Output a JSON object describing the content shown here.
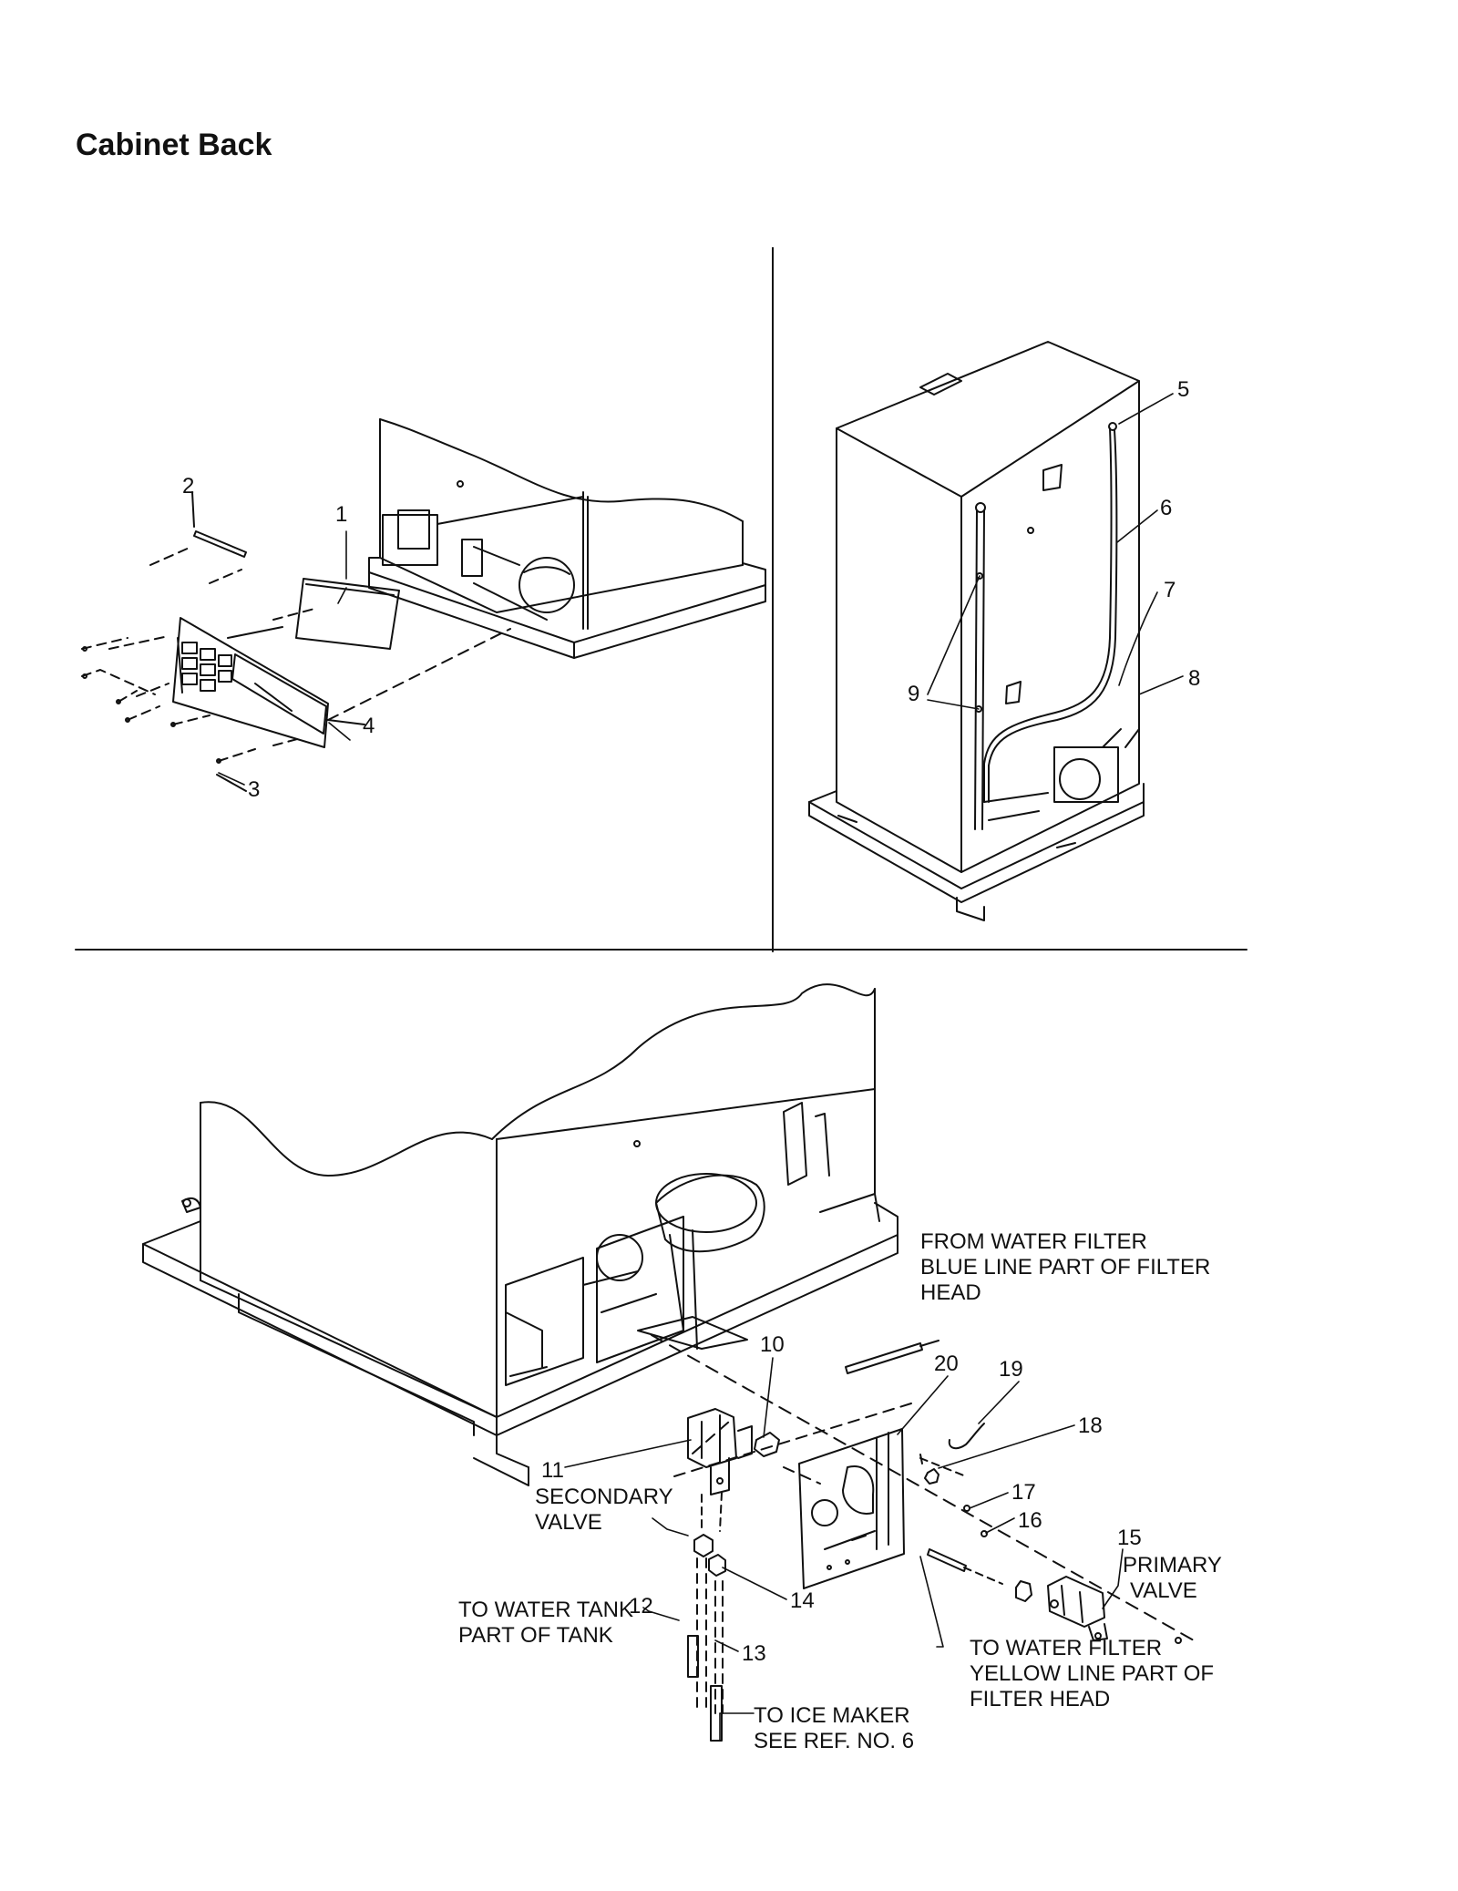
{
  "title": "Cabinet Back",
  "callouts": {
    "n1": "1",
    "n2": "2",
    "n3": "3",
    "n4": "4",
    "n5": "5",
    "n6": "6",
    "n7": "7",
    "n8": "8",
    "n9": "9",
    "n10": "10",
    "n11": "11",
    "n12": "12",
    "n13": "13",
    "n14": "14",
    "n15": "15",
    "n16": "16",
    "n17": "17",
    "n18": "18",
    "n19": "19",
    "n20": "20"
  },
  "labels": {
    "secondary_valve": [
      "SECONDARY",
      "VALVE"
    ],
    "primary_valve": [
      "PRIMARY",
      "VALVE"
    ],
    "from_water_filter": [
      "FROM WATER FILTER",
      "BLUE LINE PART OF FILTER",
      "HEAD"
    ],
    "to_water_tank": [
      "TO WATER TANK",
      "PART OF TANK"
    ],
    "to_ice_maker": [
      "TO ICE MAKER",
      "SEE REF. NO. 6"
    ],
    "to_water_filter": [
      "TO WATER FILTER",
      "YELLOW LINE PART OF",
      "FILTER HEAD"
    ]
  },
  "colors": {
    "ink": "#111111",
    "background": "#ffffff"
  }
}
